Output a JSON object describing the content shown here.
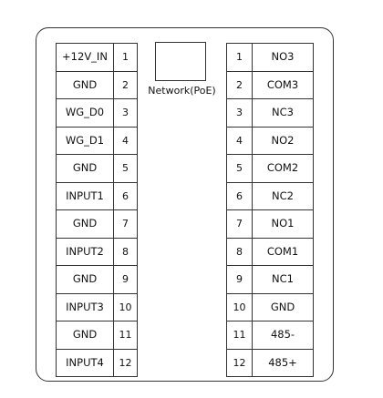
{
  "network": {
    "label": "Network(PoE)"
  },
  "left_terminals": [
    {
      "label": "+12V_IN",
      "num": "1"
    },
    {
      "label": "GND",
      "num": "2"
    },
    {
      "label": "WG_D0",
      "num": "3"
    },
    {
      "label": "WG_D1",
      "num": "4"
    },
    {
      "label": "GND",
      "num": "5"
    },
    {
      "label": "INPUT1",
      "num": "6"
    },
    {
      "label": "GND",
      "num": "7"
    },
    {
      "label": "INPUT2",
      "num": "8"
    },
    {
      "label": "GND",
      "num": "9"
    },
    {
      "label": "INPUT3",
      "num": "10"
    },
    {
      "label": "GND",
      "num": "11"
    },
    {
      "label": "INPUT4",
      "num": "12"
    }
  ],
  "right_terminals": [
    {
      "num": "1",
      "label": "NO3"
    },
    {
      "num": "2",
      "label": "COM3"
    },
    {
      "num": "3",
      "label": "NC3"
    },
    {
      "num": "4",
      "label": "NO2"
    },
    {
      "num": "5",
      "label": "COM2"
    },
    {
      "num": "6",
      "label": "NC2"
    },
    {
      "num": "7",
      "label": "NO1"
    },
    {
      "num": "8",
      "label": "COM1"
    },
    {
      "num": "9",
      "label": "NC1"
    },
    {
      "num": "10",
      "label": "GND"
    },
    {
      "num": "11",
      "label": "485-"
    },
    {
      "num": "12",
      "label": "485+"
    }
  ]
}
